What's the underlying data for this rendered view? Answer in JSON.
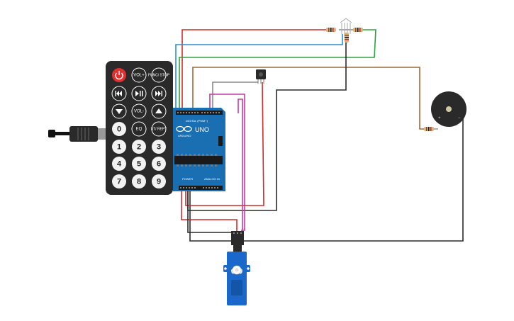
{
  "remote": {
    "top_row": [
      "VOL+",
      "FUNC/ STOP"
    ],
    "mid_row": [
      "VOL-"
    ],
    "row0": [
      "0",
      "EQ",
      "ST/ REPT"
    ],
    "digits": [
      "1",
      "2",
      "3",
      "4",
      "5",
      "6",
      "7",
      "8",
      "9"
    ]
  },
  "arduino": {
    "brand": "UNO",
    "logo_text": "ARDUINO",
    "digital_label": "DIGITAL (PWM~)",
    "power_label": "POWER",
    "analog_label": "ANALOG IN"
  },
  "buzzer": {
    "plus": "+",
    "minus": "−"
  },
  "colors": {
    "red_wire": "#d42a2a",
    "blue_wire": "#2a8fd4",
    "green_wire": "#2aa53a",
    "brown_wire": "#9a6a3a",
    "black_wire": "#2b2b2b",
    "magenta_wire": "#c43aa5",
    "grey_wire": "#8a8a8a",
    "arduino_blue": "#1a6fb2",
    "servo_blue": "#1a68c9",
    "remote_body": "#2a2a2a"
  }
}
